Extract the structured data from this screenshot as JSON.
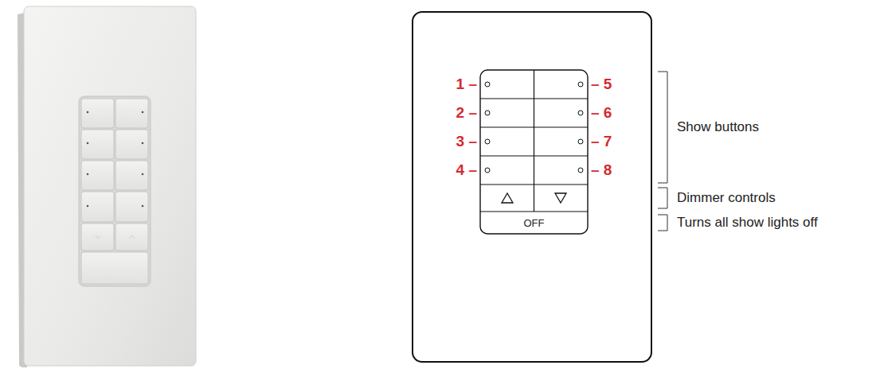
{
  "diagram": {
    "nodes": [
      {
        "text": [
          "OFF"
        ]
      }
    ],
    "labels": [
      "1 –",
      "2 –",
      "3 –",
      "4 –",
      "– 5",
      "– 6",
      "– 7",
      "– 8",
      "Show buttons",
      "Dimmer controls",
      "Turns all show lights off"
    ]
  }
}
